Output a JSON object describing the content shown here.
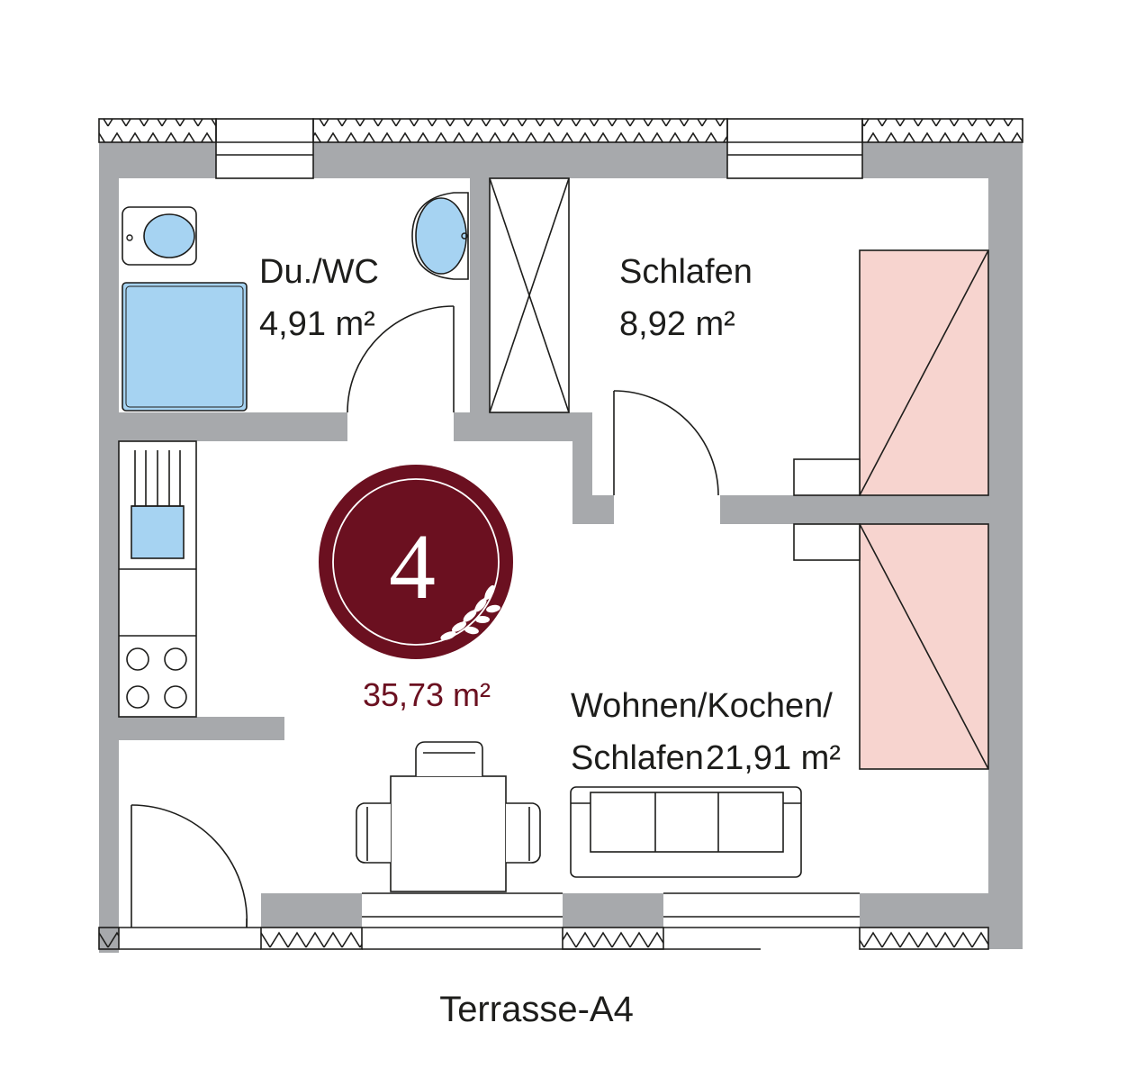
{
  "rooms": {
    "bath": {
      "name": "Du./WC",
      "area": "4,91 m²"
    },
    "bedroom": {
      "name": "Schlafen",
      "area": "8,92 m²"
    },
    "living": {
      "name_line1": "Wohnen/Kochen/",
      "name_line2": "Schlafen",
      "area": "21,91 m²"
    }
  },
  "unit": {
    "number": "4",
    "total_area": "35,73 m²"
  },
  "terrace": {
    "label": "Terrasse-A4"
  },
  "colors": {
    "wall": "#a7a9ac",
    "fixture": "#a6d3f2",
    "wardrobe": "#f7d4cf",
    "badge": "#6b1020",
    "line": "#1d1d1b"
  }
}
